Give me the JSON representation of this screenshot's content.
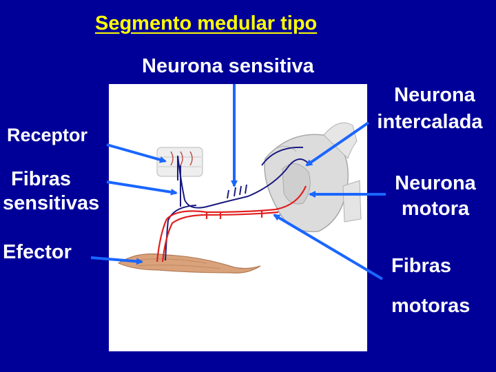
{
  "title": "Segmento medular tipo",
  "labels": {
    "neurona_sensitiva": "Neurona sensitiva",
    "neurona_intercalada_l1": "Neurona",
    "neurona_intercalada_l2": "intercalada",
    "receptor": "Receptor",
    "fibras_sensitivas_l1": "Fibras",
    "fibras_sensitivas_l2": "sensitivas",
    "efector": "Efector",
    "neurona_motora_l1": "Neurona",
    "neurona_motora_l2": "motora",
    "fibras_motoras_l1": "Fibras",
    "fibras_motoras_l2": "motoras"
  },
  "colors": {
    "background": "#000099",
    "title": "#ffff00",
    "label_text": "#ffffff",
    "arrow": "#1a66ff",
    "sensory_path": "#1a1a80",
    "motor_path": "#e02020",
    "muscle": "#d9a27a",
    "spinal_cord": "#d8d8d8"
  }
}
